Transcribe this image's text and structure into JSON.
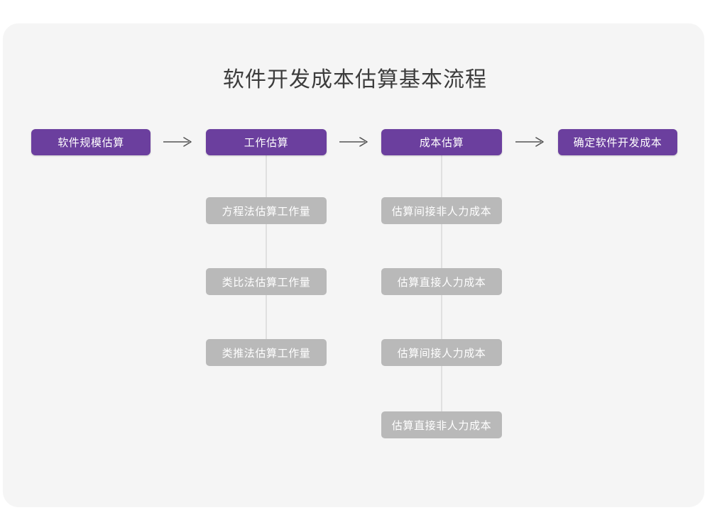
{
  "diagram": {
    "title": "软件开发成本估算基本流程",
    "type": "flowchart",
    "background_color": "#f5f5f5",
    "page_color": "#ffffff",
    "accent_color": "#6b3f9e",
    "sub_color": "#b9b9b9",
    "arrow_color": "#555555",
    "connector_color": "#e0e0e0",
    "stages": [
      {
        "id": "stage-1",
        "label": "软件规模估算",
        "substeps": []
      },
      {
        "id": "stage-2",
        "label": "工作估算",
        "substeps": [
          {
            "label": "方程法估算工作量"
          },
          {
            "label": "类比法估算工作量"
          },
          {
            "label": "类推法估算工作量"
          }
        ]
      },
      {
        "id": "stage-3",
        "label": "成本估算",
        "substeps": [
          {
            "label": "估算间接非人力成本"
          },
          {
            "label": "估算直接人力成本"
          },
          {
            "label": "估算间接人力成本"
          },
          {
            "label": "估算直接非人力成本"
          }
        ]
      },
      {
        "id": "stage-4",
        "label": "确定软件开发成本",
        "substeps": []
      }
    ],
    "arrows": [
      {
        "from": "stage-1",
        "to": "stage-2",
        "glyph": "arrow-right"
      },
      {
        "from": "stage-2",
        "to": "stage-3",
        "glyph": "arrow-right"
      },
      {
        "from": "stage-3",
        "to": "stage-4",
        "glyph": "arrow-right"
      }
    ]
  }
}
